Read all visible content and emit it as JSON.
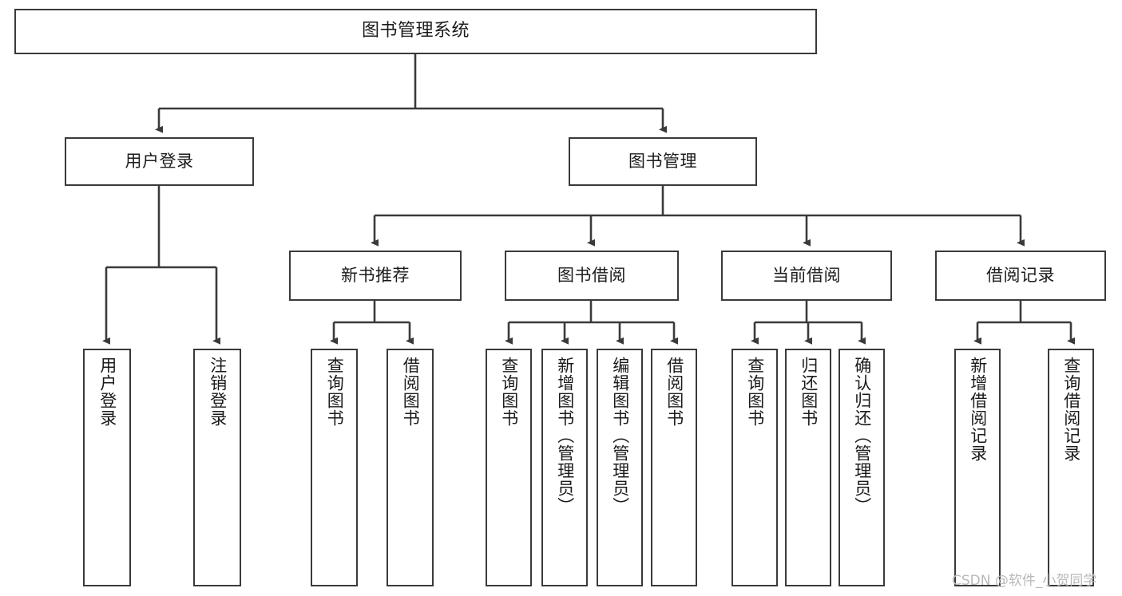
{
  "diagram": {
    "type": "tree-hierarchy",
    "title": "图书管理系统",
    "orientation": "top-down",
    "colors": {
      "box_border": "#3a3a3a",
      "box_fill": "#ffffff",
      "connector": "#3a3a3a",
      "text": "#1b1b1b",
      "watermark": "#b9b9b9",
      "background": "#ffffff"
    }
  },
  "root": {
    "label": "图书管理系统"
  },
  "level2": [
    {
      "label": "用户登录"
    },
    {
      "label": "图书管理"
    }
  ],
  "level3": [
    {
      "label": "新书推荐"
    },
    {
      "label": "图书借阅"
    },
    {
      "label": "当前借阅"
    },
    {
      "label": "借阅记录"
    }
  ],
  "leaves": {
    "user_login": [
      {
        "label": "用户登录"
      },
      {
        "label": "注销登录"
      }
    ],
    "new_book_recommend": [
      {
        "label": "查询图书"
      },
      {
        "label": "借阅图书"
      }
    ],
    "book_borrow": [
      {
        "label": "查询图书"
      },
      {
        "label": "新增图书（管理员）"
      },
      {
        "label": "编辑图书（管理员）"
      },
      {
        "label": "借阅图书"
      }
    ],
    "current_borrow": [
      {
        "label": "查询图书"
      },
      {
        "label": "归还图书"
      },
      {
        "label": "确认归还（管理员）"
      }
    ],
    "borrow_records": [
      {
        "label": "新增借阅记录"
      },
      {
        "label": "查询借阅记录"
      }
    ]
  },
  "watermark": {
    "text": "CSDN @软件_小贺同学"
  }
}
